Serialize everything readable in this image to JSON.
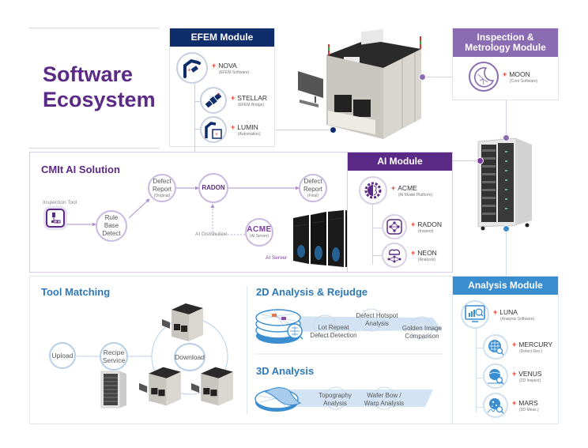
{
  "title": "Software Ecosystem",
  "colors": {
    "purple": "#5b2a86",
    "light_purple": "#8b6bb1",
    "navy": "#0f2d6b",
    "blue": "#3a8ed0",
    "red_plus": "#e23b2e"
  },
  "efem_module": {
    "header": "EFEM Module",
    "items": [
      {
        "name": "NOVA",
        "sub": "(EFEM Software)",
        "icon": "robot-arm-icon"
      },
      {
        "name": "STELLAR",
        "sub": "(EFEM Bridge)",
        "icon": "satellite-icon"
      },
      {
        "name": "LUMIN",
        "sub": "(Automation)",
        "icon": "automation-robot-icon"
      }
    ]
  },
  "inspection_module": {
    "header_line1": "Inspection &",
    "header_line2": "Metrology Module",
    "items": [
      {
        "name": "MOON",
        "sub": "(Core Software)",
        "icon": "moon-icon"
      }
    ]
  },
  "ai_solution": {
    "title": "CMIt AI Solution",
    "inspection_tool_label": "Inspection Tool",
    "rule_base_line1": "Rule Base",
    "rule_base_line2": "Detect",
    "defect_original_line1": "Defect",
    "defect_original_line2": "Report",
    "defect_original_sub": "(Original)",
    "radon": "RADON",
    "defect_final_line1": "Defect",
    "defect_final_line2": "Report",
    "defect_final_sub": "(Final)",
    "ai_distribution": "AI Distribution",
    "acme_logo": "ACME",
    "acme_sub": "(AI Server)",
    "ai_server_label": "AI Server"
  },
  "ai_module": {
    "header": "AI Module",
    "items": [
      {
        "name": "ACME",
        "sub": "(AI Model Platform)",
        "icon": "brain-gear-icon"
      },
      {
        "name": "RADON",
        "sub": "(Inspect)",
        "icon": "network-icon"
      },
      {
        "name": "NEON",
        "sub": "(Analysis)",
        "icon": "cloud-network-icon"
      }
    ]
  },
  "tool_matching": {
    "title": "Tool Matching",
    "upload": "Upload",
    "recipe_line1": "Recipe",
    "recipe_line2": "Service",
    "download": "Download"
  },
  "analysis_2d": {
    "title": "2D Analysis & Rejudge",
    "steps": [
      {
        "line1": "Lot  Repeat",
        "line2": "Defect Detection"
      },
      {
        "line1": "Defect Hotspot",
        "line2": "Analysis"
      },
      {
        "line1": "Golden Image",
        "line2": "Comparison"
      }
    ]
  },
  "analysis_3d": {
    "title": "3D Analysis",
    "steps": [
      {
        "line1": "Topography",
        "line2": "Analysis"
      },
      {
        "line1": "Wafer Bow /",
        "line2": "Warp Analysis"
      }
    ]
  },
  "analysis_module": {
    "header": "Analysis Module",
    "items": [
      {
        "name": "LUNA",
        "sub": "(Analysis Software)",
        "icon": "monitor-chart-icon"
      },
      {
        "name": "MERCURY",
        "sub": "(Defect Rev.)",
        "icon": "wafer-magnifier-icon"
      },
      {
        "name": "VENUS",
        "sub": "(2D Inspect)",
        "icon": "sphere-magnifier-icon"
      },
      {
        "name": "MARS",
        "sub": "(3D Meas.)",
        "icon": "planet-magnifier-icon"
      }
    ]
  }
}
